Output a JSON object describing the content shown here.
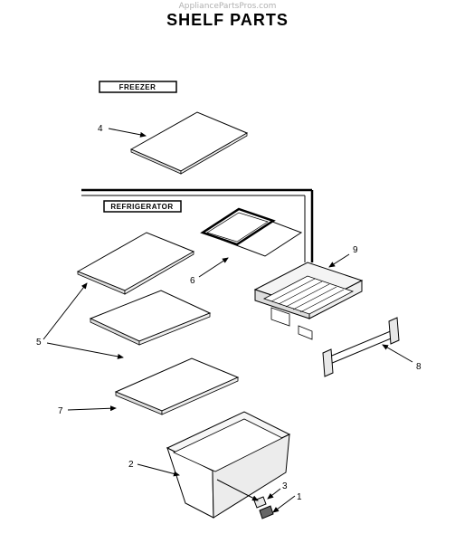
{
  "header": {
    "watermark": "AppliancePartsPros.com",
    "title": "SHELF PARTS"
  },
  "sections": {
    "freezer": "FREEZER",
    "refrigerator": "REFRIGERATOR"
  },
  "callouts": {
    "n1": "1",
    "n2": "2",
    "n3": "3",
    "n4": "4",
    "n5": "5",
    "n6": "6",
    "n7": "7",
    "n8": "8",
    "n9": "9"
  }
}
